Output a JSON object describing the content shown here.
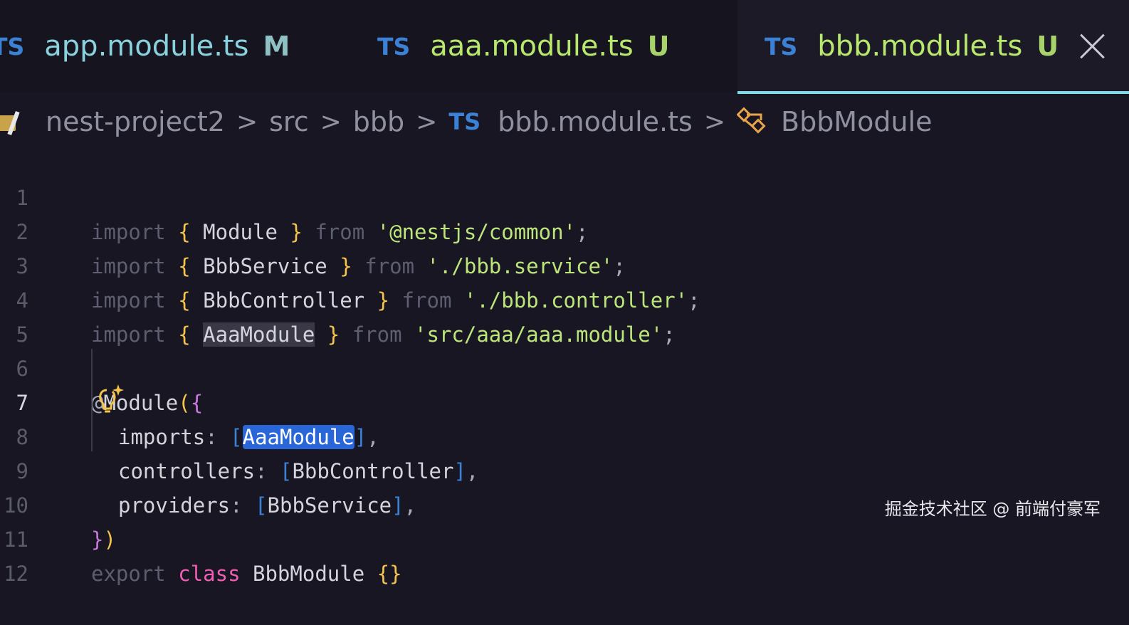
{
  "tabs": [
    {
      "icon": "TS",
      "name": "app.module.ts",
      "status": "M",
      "name_color": "#8ad3de",
      "status_color": "#8fc0c4"
    },
    {
      "icon": "TS",
      "name": "aaa.module.ts",
      "status": "U",
      "name_color": "#b8e86c",
      "status_color": "#a8d26a"
    },
    {
      "icon": "TS",
      "name": "bbb.module.ts",
      "status": "U",
      "name_color": "#b8e86c",
      "status_color": "#a8d26a"
    }
  ],
  "breadcrumb": {
    "project": "nest-project2",
    "folder1": "src",
    "folder2": "bbb",
    "file_icon": "TS",
    "file": "bbb.module.ts",
    "symbol": "BbbModule",
    "separator": ">"
  },
  "lines": [
    {
      "n": "1",
      "kw": "import",
      "open": "{",
      "name": "Module",
      "close": "}",
      "from": "from",
      "str": "'@nestjs/common'",
      "end": ";"
    },
    {
      "n": "2",
      "kw": "import",
      "open": "{",
      "name": "BbbService",
      "close": "}",
      "from": "from",
      "str": "'./bbb.service'",
      "end": ";"
    },
    {
      "n": "3",
      "kw": "import",
      "open": "{",
      "name": "BbbController",
      "close": "}",
      "from": "from",
      "str": "'./bbb.controller'",
      "end": ";"
    },
    {
      "n": "4",
      "kw": "import",
      "open": "{",
      "name": "AaaModule",
      "close": "}",
      "from": "from",
      "str": "'src/aaa/aaa.module'",
      "end": ";"
    },
    {
      "n": "5"
    },
    {
      "n": "6",
      "at": "@",
      "decorator": "Module",
      "paren": "(",
      "brace": "{"
    },
    {
      "n": "7",
      "prop": "imports",
      "colon": ":",
      "lb": "[",
      "value": "AaaModule",
      "rb": "]",
      "comma": ","
    },
    {
      "n": "8",
      "prop": "controllers",
      "colon": ":",
      "lb": "[",
      "value": "BbbController",
      "rb": "]",
      "comma": ","
    },
    {
      "n": "9",
      "prop": "providers",
      "colon": ":",
      "lb": "[",
      "value": "BbbService",
      "rb": "]",
      "comma": ","
    },
    {
      "n": "10",
      "brace": "}",
      "paren": ")"
    },
    {
      "n": "11",
      "kw": "export",
      "cls": "class",
      "name": "BbbModule",
      "body": "{}"
    },
    {
      "n": "12"
    }
  ],
  "watermark": "掘金技术社区 @ 前端付豪军",
  "colors": {
    "accent": "#82d9e5",
    "selection": "#2966d8",
    "ts_icon": "#3b82d6"
  }
}
